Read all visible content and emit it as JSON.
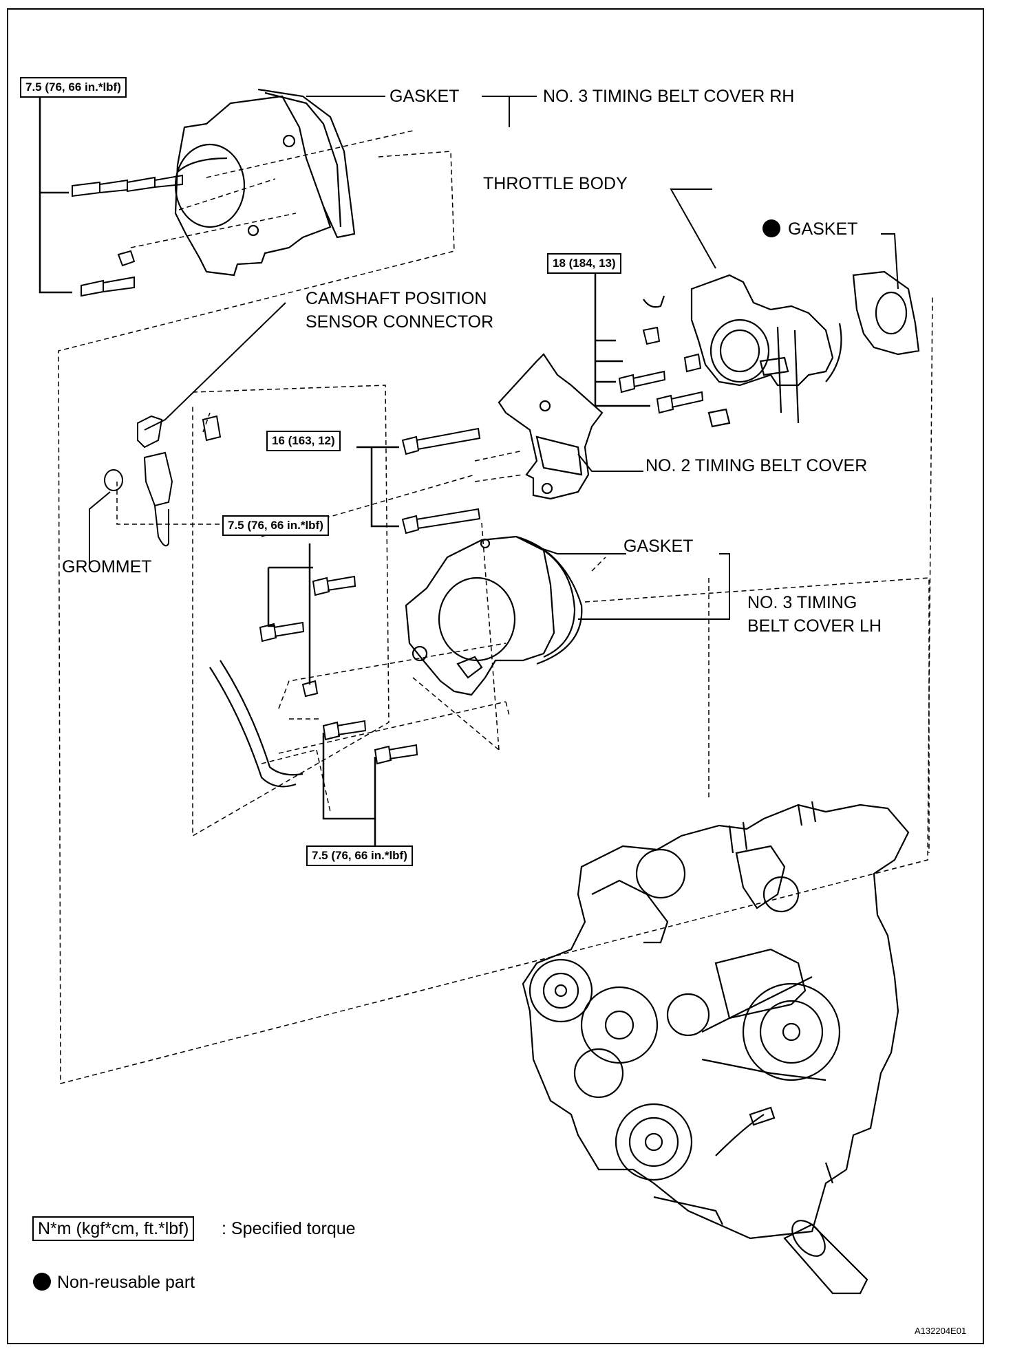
{
  "labels": {
    "gasket_rh": "GASKET",
    "cover_rh": "NO. 3 TIMING BELT COVER RH",
    "throttle_body": "THROTTLE BODY",
    "gasket_throttle": "GASKET",
    "cam_sensor_line1": "CAMSHAFT POSITION",
    "cam_sensor_line2": "SENSOR CONNECTOR",
    "cover_no2": "NO. 2 TIMING BELT COVER",
    "grommet": "GROMMET",
    "gasket_lh": "GASKET",
    "cover_lh_line1": "NO. 3 TIMING",
    "cover_lh_line2": "BELT COVER LH"
  },
  "torques": {
    "rh_cover": "7.5 (76, 66 in.*lbf)",
    "throttle": "18 (184, 13)",
    "no2_cover": "16 (163, 12)",
    "lh_cover_upper": "7.5 (76, 66 in.*lbf)",
    "lh_cover_lower": "7.5 (76, 66 in.*lbf)"
  },
  "legend": {
    "torque_box": "N*m (kgf*cm, ft.*lbf)",
    "torque_desc": ": Specified torque",
    "nonreusable_desc": "Non-reusable part"
  },
  "figure_code": "A132204E01",
  "colors": {
    "ink": "#000000",
    "paper": "#ffffff"
  }
}
